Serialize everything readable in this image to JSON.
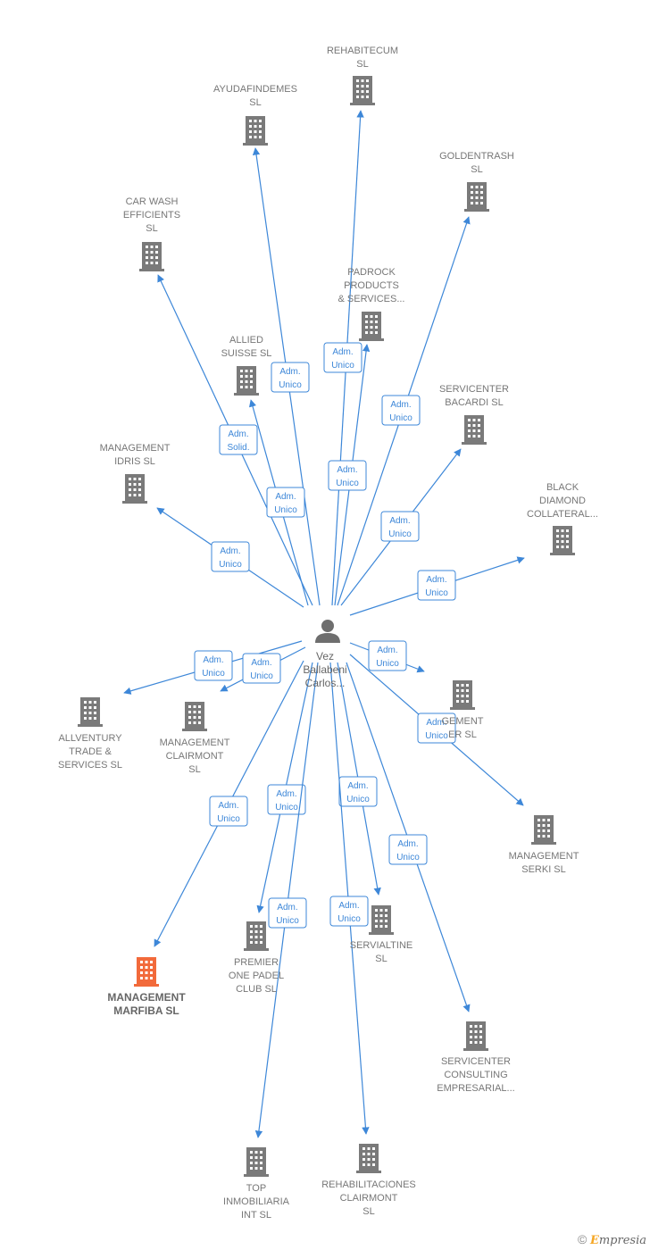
{
  "person": {
    "label": [
      "Vez",
      "Ballabeni",
      "Carlos..."
    ]
  },
  "roles": {
    "adm_unico": [
      "Adm.",
      "Unico"
    ],
    "adm_solid": [
      "Adm.",
      "Solid."
    ]
  },
  "companies": [
    {
      "id": "rehabitecum",
      "label": [
        "REHABITECUM",
        "SL"
      ],
      "role": "adm_unico"
    },
    {
      "id": "ayudafindemes",
      "label": [
        "AYUDAFINDEMES",
        "SL"
      ],
      "role": "adm_unico"
    },
    {
      "id": "goldentrash",
      "label": [
        "GOLDENTRASH",
        "SL"
      ],
      "role": "adm_unico"
    },
    {
      "id": "car-wash",
      "label": [
        "CAR WASH",
        "EFFICIENTS",
        "SL"
      ],
      "role": "adm_solid"
    },
    {
      "id": "padrock",
      "label": [
        "PADROCK",
        "PRODUCTS",
        "& SERVICES..."
      ],
      "role": "adm_unico"
    },
    {
      "id": "allied-suisse",
      "label": [
        "ALLIED",
        "SUISSE  SL"
      ],
      "role": "adm_unico"
    },
    {
      "id": "servicenter-bacardi",
      "label": [
        "SERVICENTER",
        "BACARDI  SL"
      ],
      "role": "adm_unico"
    },
    {
      "id": "management-idris",
      "label": [
        "MANAGEMENT",
        "IDRIS  SL"
      ],
      "role": "adm_unico"
    },
    {
      "id": "black-diamond",
      "label": [
        "BLACK",
        "DIAMOND",
        "COLLATERAL..."
      ],
      "role": "adm_unico"
    },
    {
      "id": "management-er",
      "label": [
        "GEMENT",
        "ER  SL"
      ],
      "role": "adm_unico"
    },
    {
      "id": "allventury",
      "label": [
        "ALLVENTURY",
        "TRADE &",
        "SERVICES  SL"
      ],
      "role": "adm_unico"
    },
    {
      "id": "management-clairmont",
      "label": [
        "MANAGEMENT",
        "CLAIRMONT",
        "SL"
      ],
      "role": "adm_unico"
    },
    {
      "id": "management-serki",
      "label": [
        "MANAGEMENT",
        "SERKI  SL"
      ],
      "role": "adm_unico"
    },
    {
      "id": "management-marfiba",
      "label": [
        "MANAGEMENT",
        "MARFIBA  SL"
      ],
      "role": "adm_unico",
      "highlight": true
    },
    {
      "id": "premier-one-padel",
      "label": [
        "PREMIER",
        "ONE PADEL",
        "CLUB  SL"
      ],
      "role": "adm_unico"
    },
    {
      "id": "servialtine",
      "label": [
        "SERVIALTINE",
        "SL"
      ],
      "role": "adm_unico"
    },
    {
      "id": "servicenter-consulting",
      "label": [
        "SERVICENTER",
        "CONSULTING",
        "EMPRESARIAL..."
      ],
      "role": "adm_unico"
    },
    {
      "id": "top-inmobiliaria",
      "label": [
        "TOP",
        "INMOBILIARIA",
        "INT  SL"
      ],
      "role": "adm_unico"
    },
    {
      "id": "rehabilitaciones-clairmont",
      "label": [
        "REHABILITACIONES",
        "CLAIRMONT",
        "SL"
      ],
      "role": "adm_unico"
    }
  ],
  "colors": {
    "edge": "#3d87d8",
    "building": "#7a7a7a",
    "highlight": "#f26a3b",
    "person": "#6e6e6e"
  },
  "brand": {
    "copyright": "©",
    "initial": "E",
    "rest": "mpresia"
  }
}
